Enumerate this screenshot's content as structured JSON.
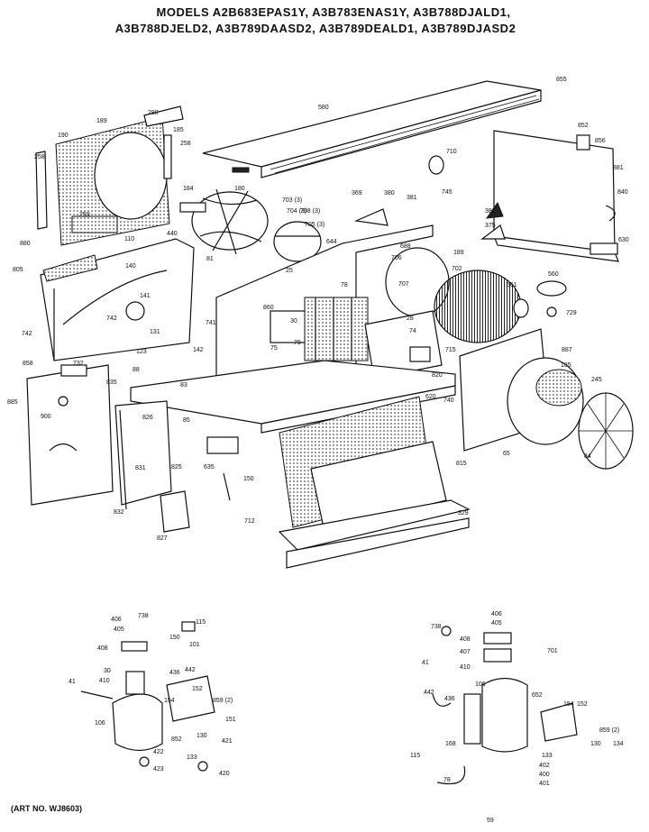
{
  "header": {
    "line1": "MODELS A2B683EPAS1Y, A3B783ENAS1Y, A3B788DJALD1,",
    "line2": "A3B788DJELD2, A3B789DAASD2, A3B789DEALD1, A3B789DJASD2"
  },
  "footer": {
    "art_number": "(ART NO. WJ8603)"
  },
  "labels": {
    "l855": "855",
    "l580": "580",
    "l280": "280",
    "l189": "189",
    "l185": "185",
    "l258a": "258",
    "l190": "190",
    "l258b": "258",
    "l259": "259",
    "l184": "184",
    "l180": "180",
    "l703": "703 (3)",
    "l704": "704 (3)",
    "l705": "705 (3)",
    "l708": "708 (3)",
    "l710": "710",
    "l369": "369",
    "l380": "380",
    "l381": "381",
    "l745": "745",
    "l852": "852",
    "l856": "856",
    "l881": "881",
    "l840": "840",
    "l382": "382",
    "l375": "375",
    "l630": "630",
    "l110": "110",
    "l440": "440",
    "l644": "644",
    "l688": "688",
    "l189b": "189",
    "l880": "880",
    "l805": "805",
    "l140": "140",
    "l81": "81",
    "l25": "25",
    "l706": "706",
    "l702": "702",
    "l707": "707",
    "l141": "141",
    "l742a": "742",
    "l742b": "742",
    "l131": "131",
    "l860": "860",
    "l30": "30",
    "l78": "78",
    "l79": "79",
    "l28": "28",
    "l560": "560",
    "l729": "729",
    "l561": "561",
    "l741": "741",
    "l142": "142",
    "l75": "75",
    "l74": "74",
    "l715": "715",
    "l820": "820",
    "l887": "887",
    "l858": "858",
    "l732": "732",
    "l835": "835",
    "l123": "123",
    "l88": "88",
    "l83": "83",
    "l185b": "185",
    "l245": "245",
    "l885": "885",
    "l900": "900",
    "l826": "826",
    "l85": "85",
    "l825": "825",
    "l831": "831",
    "l620": "620",
    "l740": "740",
    "l815": "815",
    "l635": "635",
    "l150": "150",
    "l832": "832",
    "l827": "827",
    "l712": "712",
    "l329": "329",
    "l65": "65",
    "l84": "84",
    "a406": "406",
    "a738": "738",
    "a405": "405",
    "a115": "115",
    "a408": "408",
    "a150": "150",
    "a101": "101",
    "a30": "30",
    "a410": "410",
    "a436": "436",
    "a442": "442",
    "a41": "41",
    "a106": "106",
    "a154": "154",
    "a152": "152",
    "a859": "859 (2)",
    "a151": "151",
    "a422": "422",
    "a852": "852",
    "a130": "130",
    "a421": "421",
    "a423": "423",
    "a133": "133",
    "a420": "420",
    "b738": "738",
    "b406": "406",
    "b405": "405",
    "b408": "408",
    "b407": "407",
    "b701": "701",
    "b41": "41",
    "b410": "410",
    "b442": "442",
    "b436": "436",
    "b106": "106",
    "b652": "652",
    "b154": "154",
    "b152": "152",
    "b859": "859 (2)",
    "b115": "115",
    "b168": "168",
    "b130": "130",
    "b134": "134",
    "b133": "133",
    "b402": "402",
    "b400": "400",
    "b401": "401",
    "b78": "78",
    "b59": "59"
  }
}
